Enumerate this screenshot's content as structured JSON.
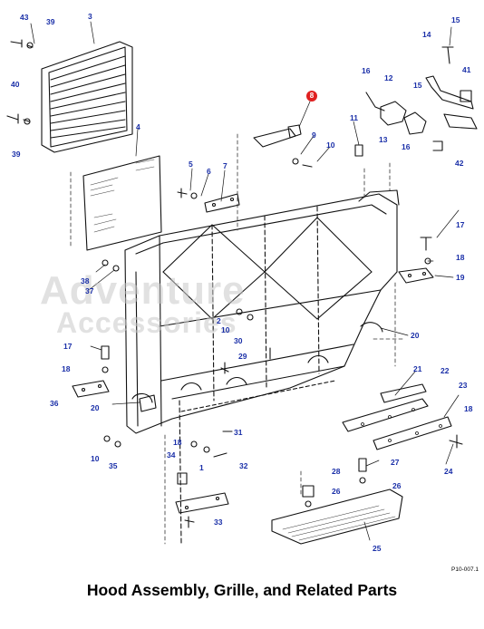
{
  "title": "Hood Assembly, Grille, and Related Parts",
  "figure_ref": "P10-007.1",
  "watermark": {
    "line1": "Adventure",
    "line2": "Accessories"
  },
  "highlighted_callout": "8",
  "accent_color": "#1a2fa8",
  "highlight_color": "#e02020",
  "callouts": [
    "43",
    "39",
    "3",
    "40",
    "39",
    "4",
    "5",
    "6",
    "7",
    "8",
    "9",
    "10",
    "11",
    "16",
    "12",
    "15",
    "13",
    "14",
    "15",
    "41",
    "16",
    "42",
    "17",
    "18",
    "19",
    "38",
    "37",
    "2",
    "10",
    "20",
    "30",
    "29",
    "17",
    "18",
    "36",
    "20",
    "21",
    "22",
    "23",
    "18",
    "10",
    "35",
    "18",
    "31",
    "34",
    "1",
    "32",
    "33",
    "27",
    "28",
    "26",
    "26",
    "24",
    "25"
  ]
}
